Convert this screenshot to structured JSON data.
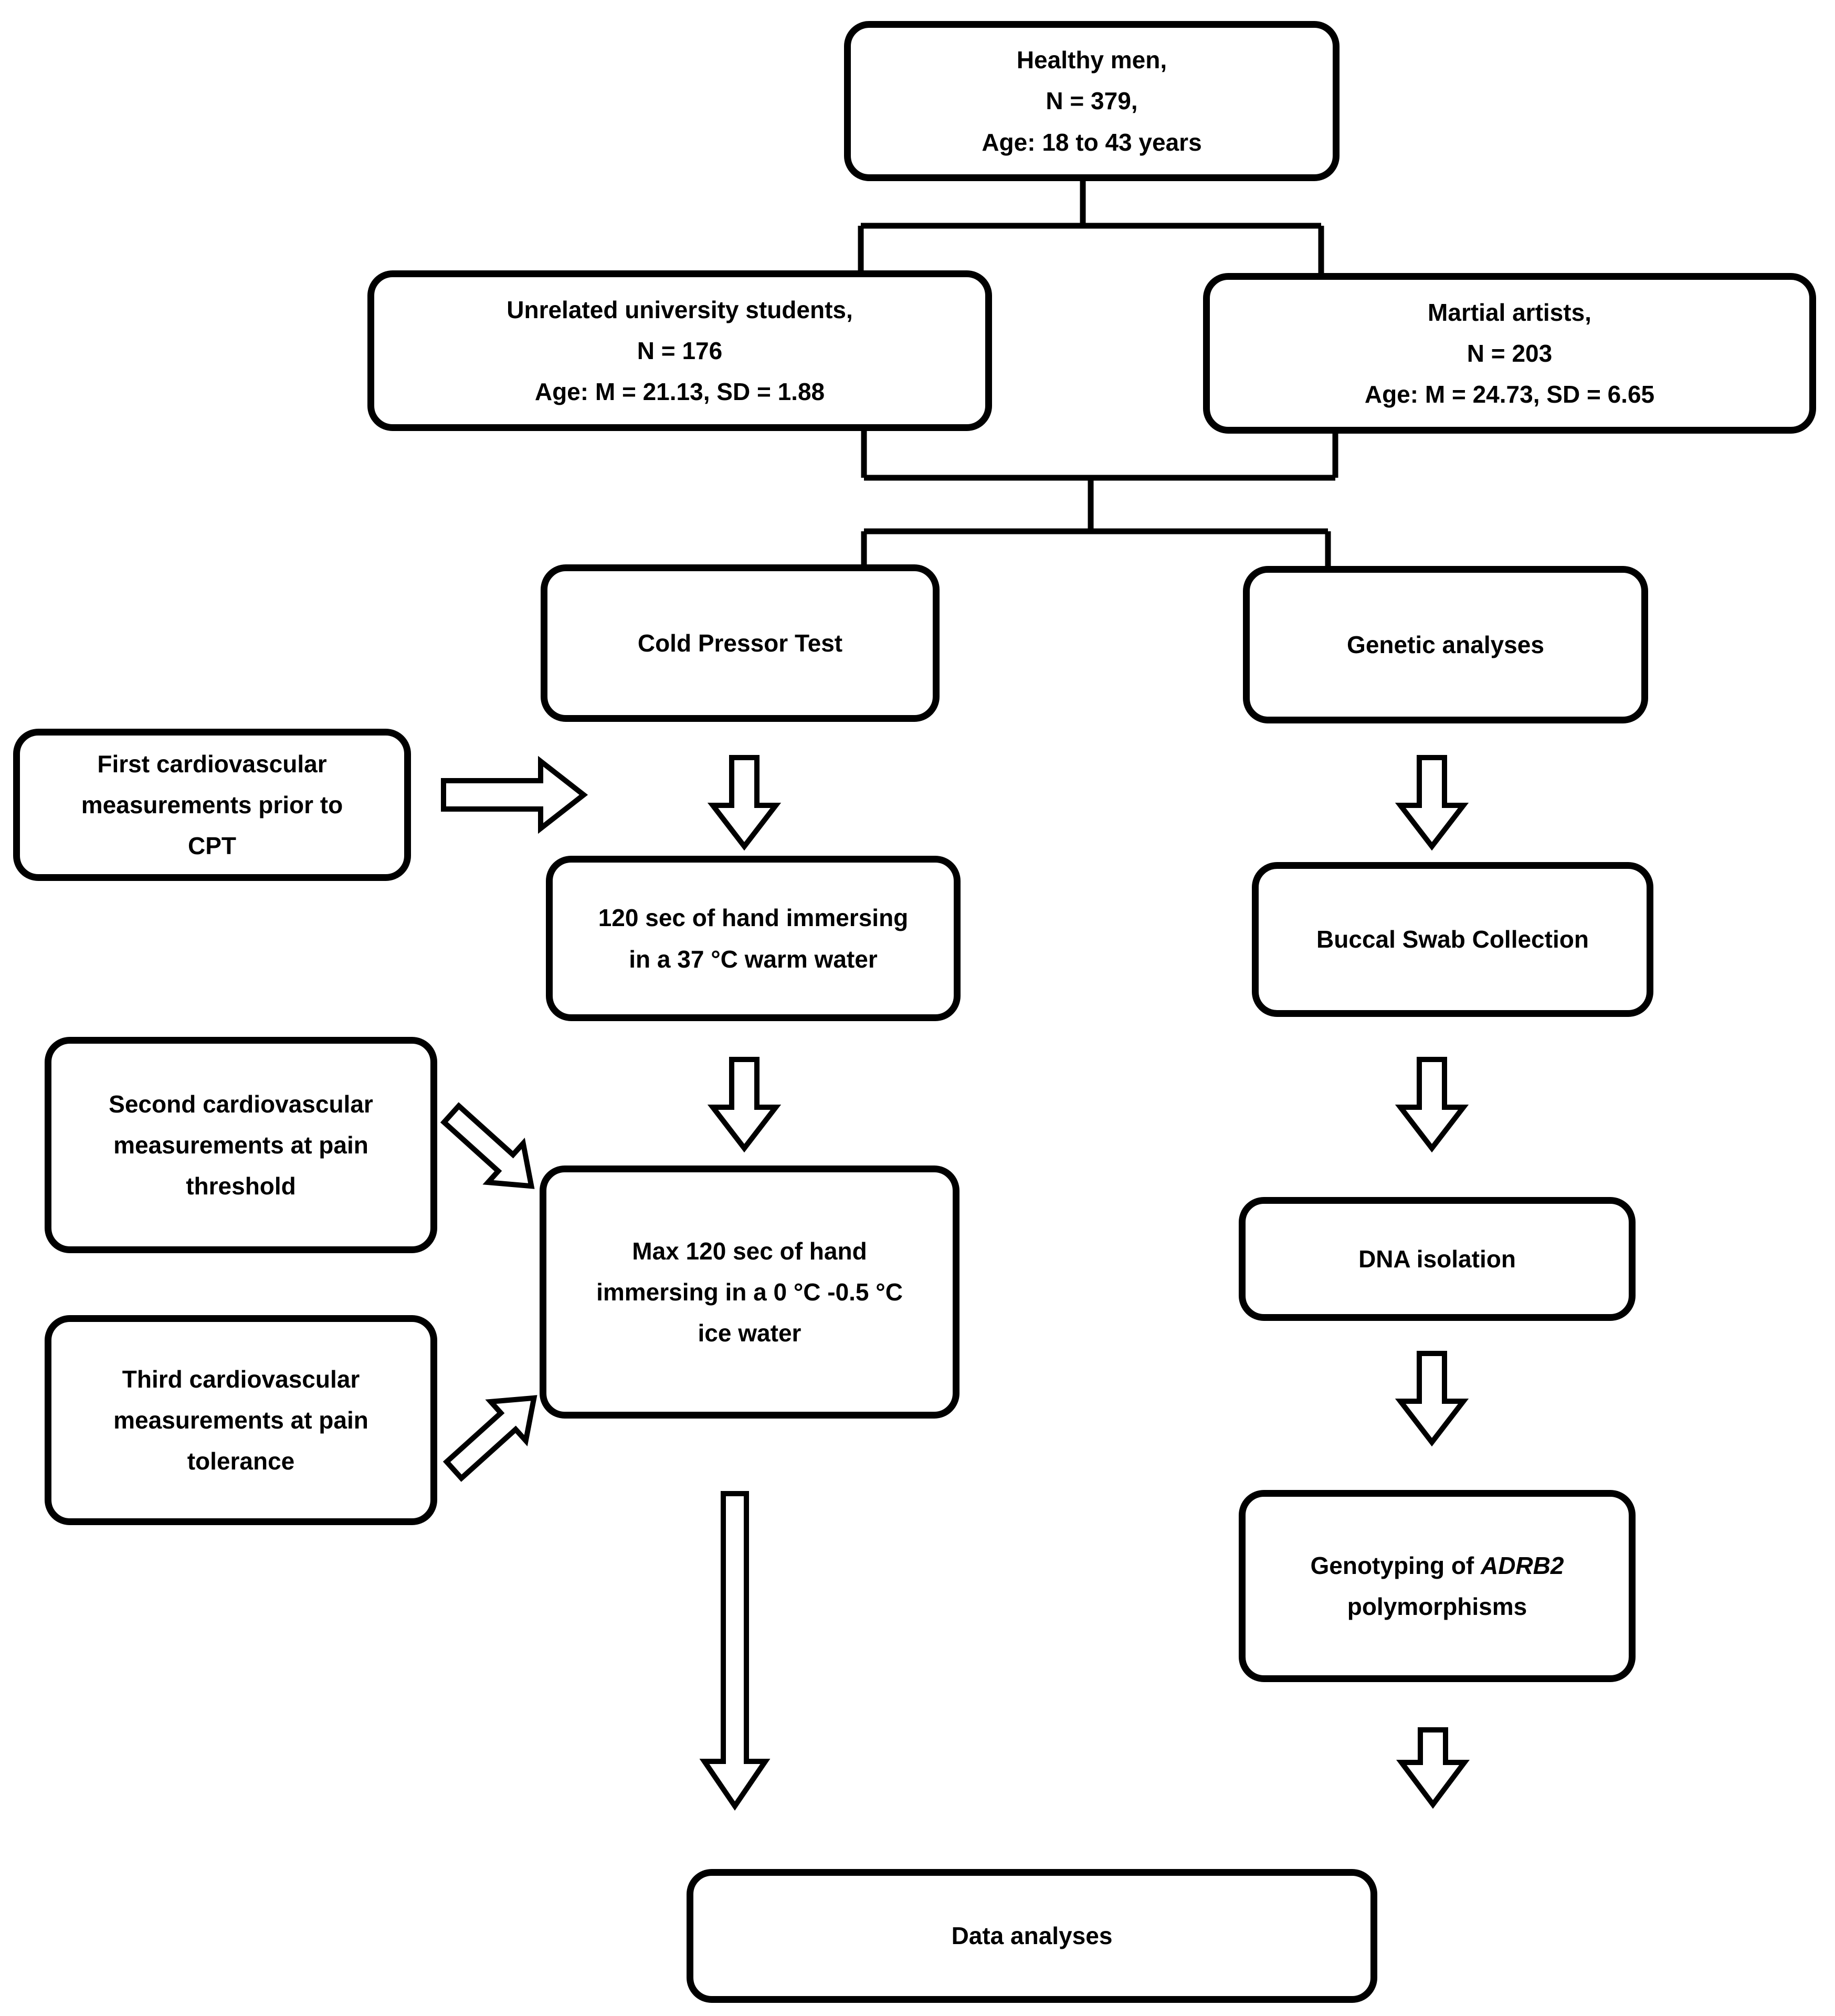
{
  "nodes": {
    "healthy_men": {
      "label": "Healthy men,\nN = 379,\nAge: 18 to 43 years"
    },
    "students": {
      "label": "Unrelated university students,\nN = 176\nAge: M = 21.13, SD = 1.88"
    },
    "martial_artists": {
      "label": "Martial artists,\nN = 203\nAge: M = 24.73, SD = 6.65"
    },
    "cold_pressor_test": {
      "label": "Cold Pressor Test"
    },
    "genetic_analyses": {
      "label": "Genetic analyses"
    },
    "first_cardio": {
      "label": "First cardiovascular\nmeasurements prior to\nCPT"
    },
    "warm_water": {
      "label": "120 sec of hand immersing\nin a 37 °C warm water"
    },
    "second_cardio": {
      "label": "Second cardiovascular\nmeasurements at pain\nthreshold"
    },
    "ice_water": {
      "label": "Max 120 sec of hand\nimmersing in a 0 °C -0.5 °C\nice water"
    },
    "third_cardio": {
      "label": "Third cardiovascular\nmeasurements at pain\ntolerance"
    },
    "buccal_swab": {
      "label": "Buccal Swab Collection"
    },
    "dna_isolation": {
      "label": "DNA isolation"
    },
    "genotyping": {
      "prefix": "Genotyping of ",
      "gene": "ADRB2",
      "suffix": "polymorphisms"
    },
    "data_analyses": {
      "label": "Data analyses"
    }
  },
  "colors": {
    "line": "#000000",
    "box_fill": "#ffffff",
    "page_bg": "#ffffff"
  }
}
